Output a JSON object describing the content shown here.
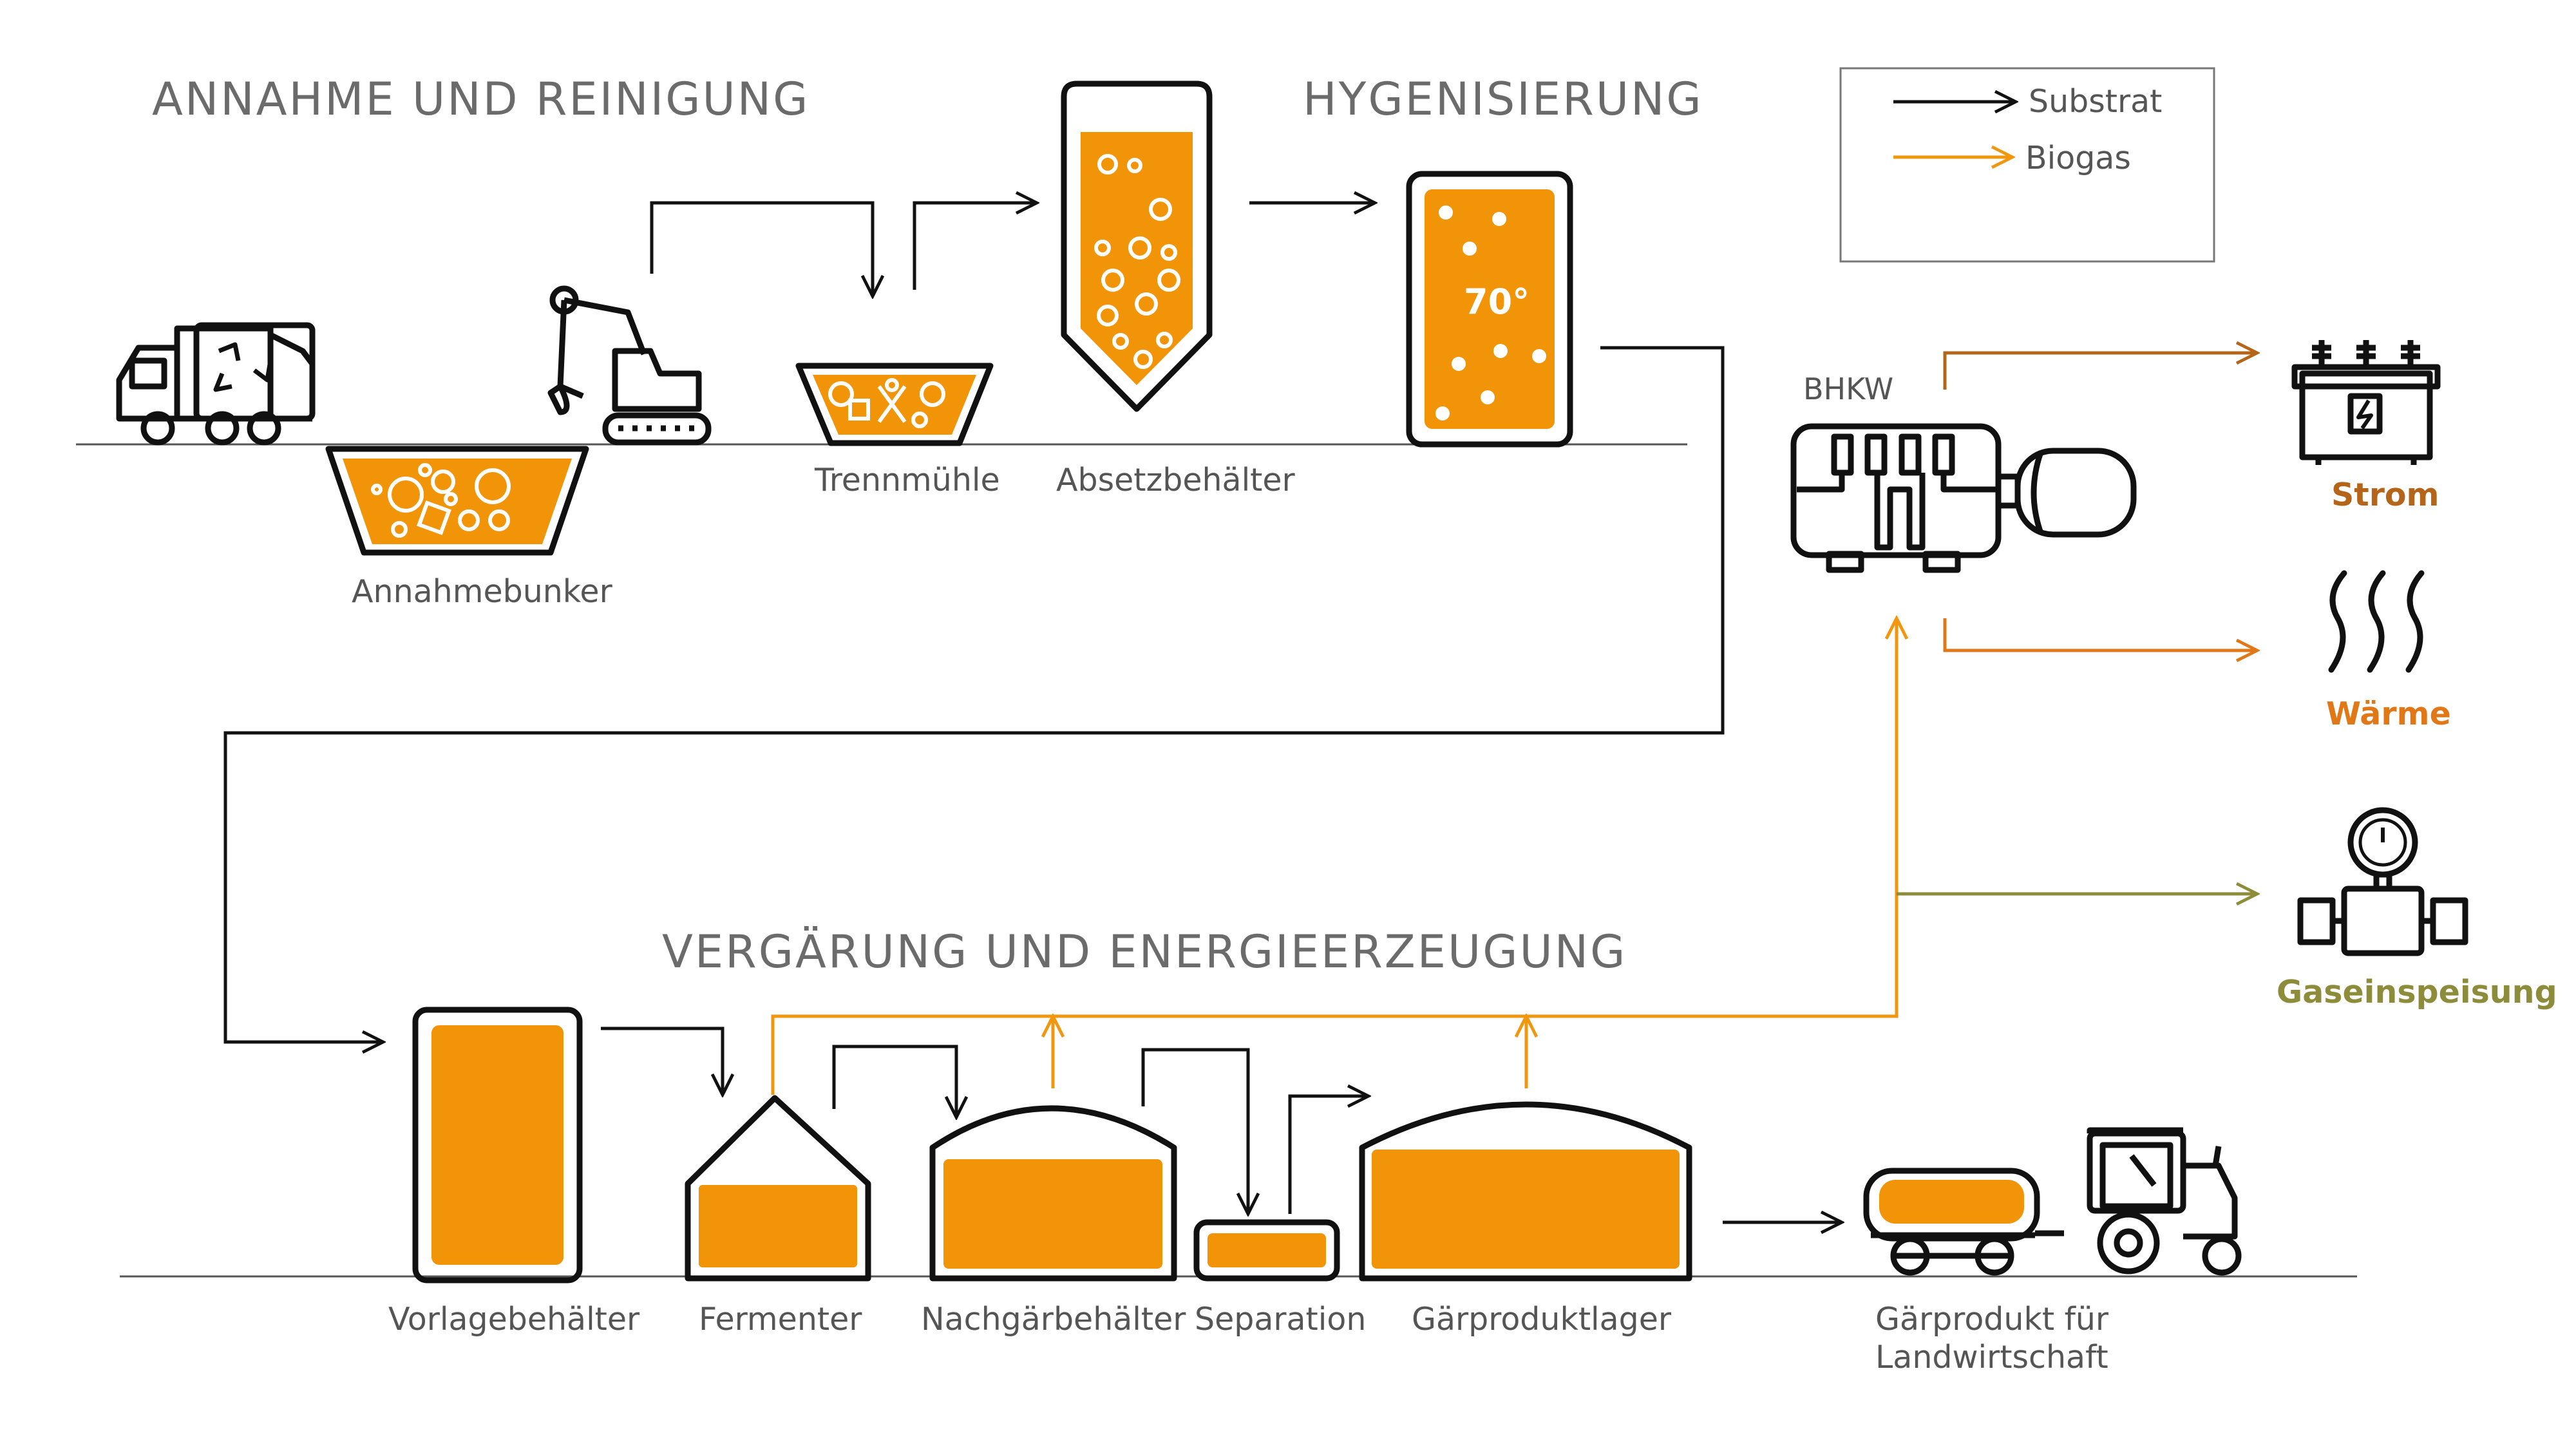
{
  "headings": {
    "annahme": "ANNAHME UND REINIGUNG",
    "hygenisierung": "HYGENISIERUNG",
    "vergaerung": "VERGÄRUNG UND ENERGIEERZEUGUNG"
  },
  "legend": {
    "substrat": "Substrat",
    "biogas": "Biogas"
  },
  "labels": {
    "annahmebunker": "Annahmebunker",
    "trennmuehle": "Trennmühle",
    "absetzbehaelter": "Absetzbehälter",
    "vorlagebehaelter": "Vorlagebehälter",
    "fermenter": "Fermenter",
    "nachgaerbehaelter": "Nachgärbehälter",
    "separation": "Separation",
    "gaerproduktlager": "Gärproduktlager",
    "gaerprodukt_line1": "Gärprodukt für",
    "gaerprodukt_line2": "Landwirtschaft",
    "bhkw": "BHKW",
    "strom": "Strom",
    "waerme": "Wärme",
    "gaseinspeisung": "Gaseinspeisung"
  },
  "hygenisierung_temp": "70°",
  "colors": {
    "substrate_arrow": "#111111",
    "biogas_arrow": "#f0960f",
    "fill_orange": "#f29407",
    "strom": "#b4651a",
    "waerme": "#e07818",
    "gaseinspeisung": "#8c8c3a",
    "heading_gray": "#6b6b6b"
  }
}
